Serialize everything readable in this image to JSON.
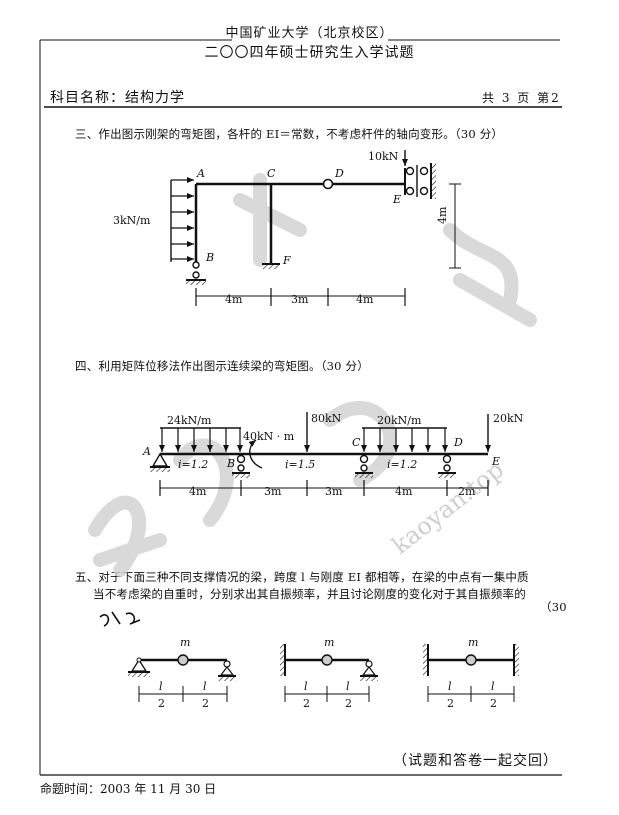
{
  "header": {
    "university": "中国矿业大学（北京校区）",
    "exam_title": "二〇〇四年硕士研究生入学试题"
  },
  "subject": "科目名称：结构力学",
  "page_info": "共 3 页  第2",
  "q3": {
    "text": "三、作出图示刚架的弯矩图，各杆的 EI＝常数，不考虑杆件的轴向变形。（30 分）",
    "labels": {
      "A": "A",
      "B": "B",
      "C": "C",
      "D": "D",
      "E": "E",
      "F": "F"
    },
    "load_dist": "3kN/m",
    "load_point": "10kN",
    "dims": [
      "4m",
      "3m",
      "4m"
    ],
    "height": "4m"
  },
  "q4": {
    "text": "四、利用矩阵位移法作出图示连续梁的弯矩图。（30 分）",
    "loads": {
      "q1": "24kN/m",
      "moment": "40kN · m",
      "p1": "80kN",
      "q2": "20kN/m",
      "p2": "20kN"
    },
    "labels": {
      "A": "A",
      "B": "B",
      "C": "C",
      "D": "D",
      "E": "E"
    },
    "stiffness": [
      "i=1.2",
      "i=1.5",
      "i=1.2"
    ],
    "dims": [
      "4m",
      "3m",
      "3m",
      "4m",
      "2m"
    ]
  },
  "q5": {
    "line1": "五、对于下面三种不同支撑情况的梁，跨度 l 与刚度 EI 都相等，在梁的中点有一集中质",
    "line2": "当不考虑梁的自重时，分别求出其自振频率，并且讨论刚度的变化对于其自振频率的",
    "score": "（30",
    "mass": "m",
    "half_span": "l",
    "half_den": "2"
  },
  "footer": {
    "note": "（试题和答卷一起交回）",
    "date": "命题时间：2003 年 11 月 30 日"
  },
  "watermark": {
    "text": "kaoyan.top"
  },
  "colors": {
    "ink": "#111111",
    "watermark": "#c8c8c8"
  }
}
